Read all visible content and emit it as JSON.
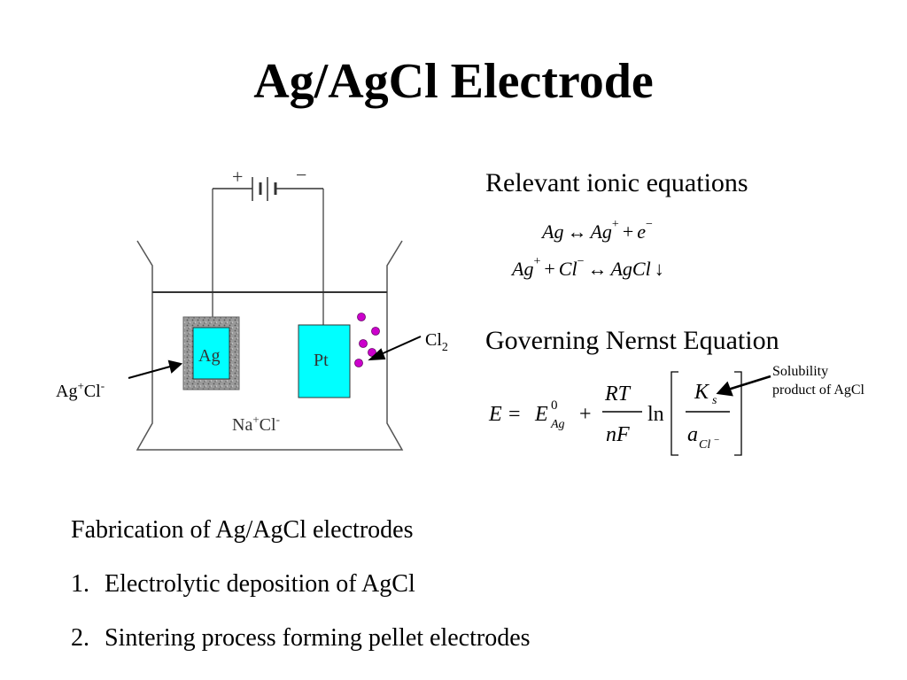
{
  "slide": {
    "title": "Ag/AgCl Electrode"
  },
  "diagram": {
    "battery_plus": "+",
    "battery_minus": "−",
    "ag_label": "Ag",
    "pt_label": "Pt",
    "cl2_main": "Cl",
    "cl2_sub": "2",
    "agcl_ag": "Ag",
    "agcl_plus": "+",
    "agcl_cl": "Cl",
    "agcl_minus": "-",
    "nacl_na": "Na",
    "nacl_plus": "+",
    "nacl_cl": "Cl",
    "nacl_minus": "-",
    "colors": {
      "electrode_fill": "#00ffff",
      "gas_bubble": "#cc00cc",
      "agcl_coating": "#8a8a8a"
    }
  },
  "ionic": {
    "heading": "Relevant ionic equations",
    "eq1": {
      "ag": "Ag",
      "arrow": "↔",
      "ag_ion": "Ag",
      "ag_ion_sup": "+",
      "plus": "+",
      "e": "e",
      "e_sup": "−"
    },
    "eq2": {
      "ag": "Ag",
      "ag_sup": "+",
      "plus": "+",
      "cl": "Cl",
      "cl_sup": "−",
      "arrow": "↔",
      "agcl": "AgCl",
      "precip": "↓"
    }
  },
  "nernst": {
    "heading": "Governing Nernst Equation",
    "E": "E",
    "equals": "=",
    "E0": "E",
    "E0_sup": "0",
    "E0_sub": "Ag",
    "plus": "+",
    "num": "RT",
    "den": "nF",
    "ln": "ln",
    "K": "K",
    "K_sub": "s",
    "a": "a",
    "a_sub": "Cl",
    "a_sub_sup": "−"
  },
  "annotation": {
    "line1": "Solubility",
    "line2": "product of AgCl"
  },
  "fabrication": {
    "heading": "Fabrication of Ag/AgCl electrodes",
    "items": [
      {
        "num": "1.",
        "text": "Electrolytic deposition of AgCl"
      },
      {
        "num": "2.",
        "text": "Sintering process forming pellet electrodes"
      }
    ]
  }
}
